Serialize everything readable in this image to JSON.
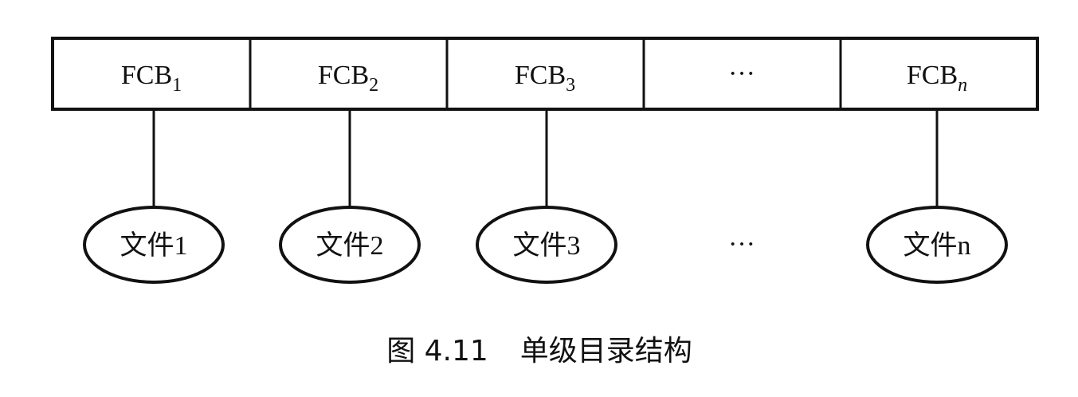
{
  "fcbs": [
    {
      "base": "FCB",
      "sub": "1"
    },
    {
      "base": "FCB",
      "sub": "2"
    },
    {
      "base": "FCB",
      "sub": "3"
    },
    {
      "base": "",
      "sub": "",
      "ellipsis": "···"
    },
    {
      "base": "FCB",
      "sub": "n"
    }
  ],
  "files": [
    {
      "label": "文件1"
    },
    {
      "label": "文件2"
    },
    {
      "label": "文件3"
    },
    {
      "ellipsis": "···"
    },
    {
      "label": "文件n"
    }
  ],
  "caption": {
    "number": "图 4.11",
    "title": "单级目录结构"
  }
}
